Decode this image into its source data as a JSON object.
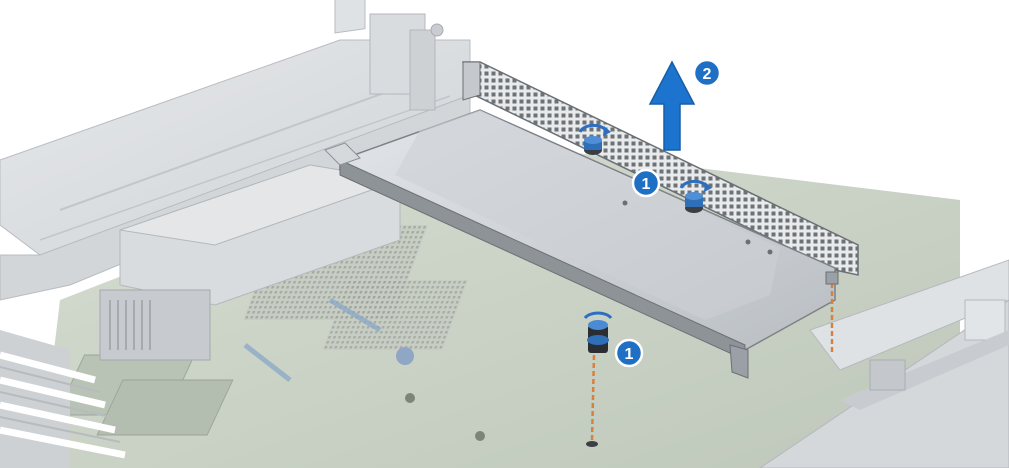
{
  "callouts": [
    {
      "id": "step-1-top",
      "label": "1"
    },
    {
      "id": "step-1-bottom",
      "label": "1"
    },
    {
      "id": "step-2",
      "label": "2"
    }
  ],
  "colors": {
    "callout_fill": "#1f6fc4",
    "callout_ring": "#ffffff",
    "arrow_blue": "#1c74cf",
    "screw_blue": "#2c6fc0",
    "guide_orange": "#d9803c",
    "chassis_grey": "#d7dadc",
    "board_green": "#c9d3c4"
  },
  "icons": {
    "lift_direction": "arrow-up-icon",
    "captive_screw": "screw-icon",
    "rotate_hint": "rotate-arrow-icon"
  }
}
